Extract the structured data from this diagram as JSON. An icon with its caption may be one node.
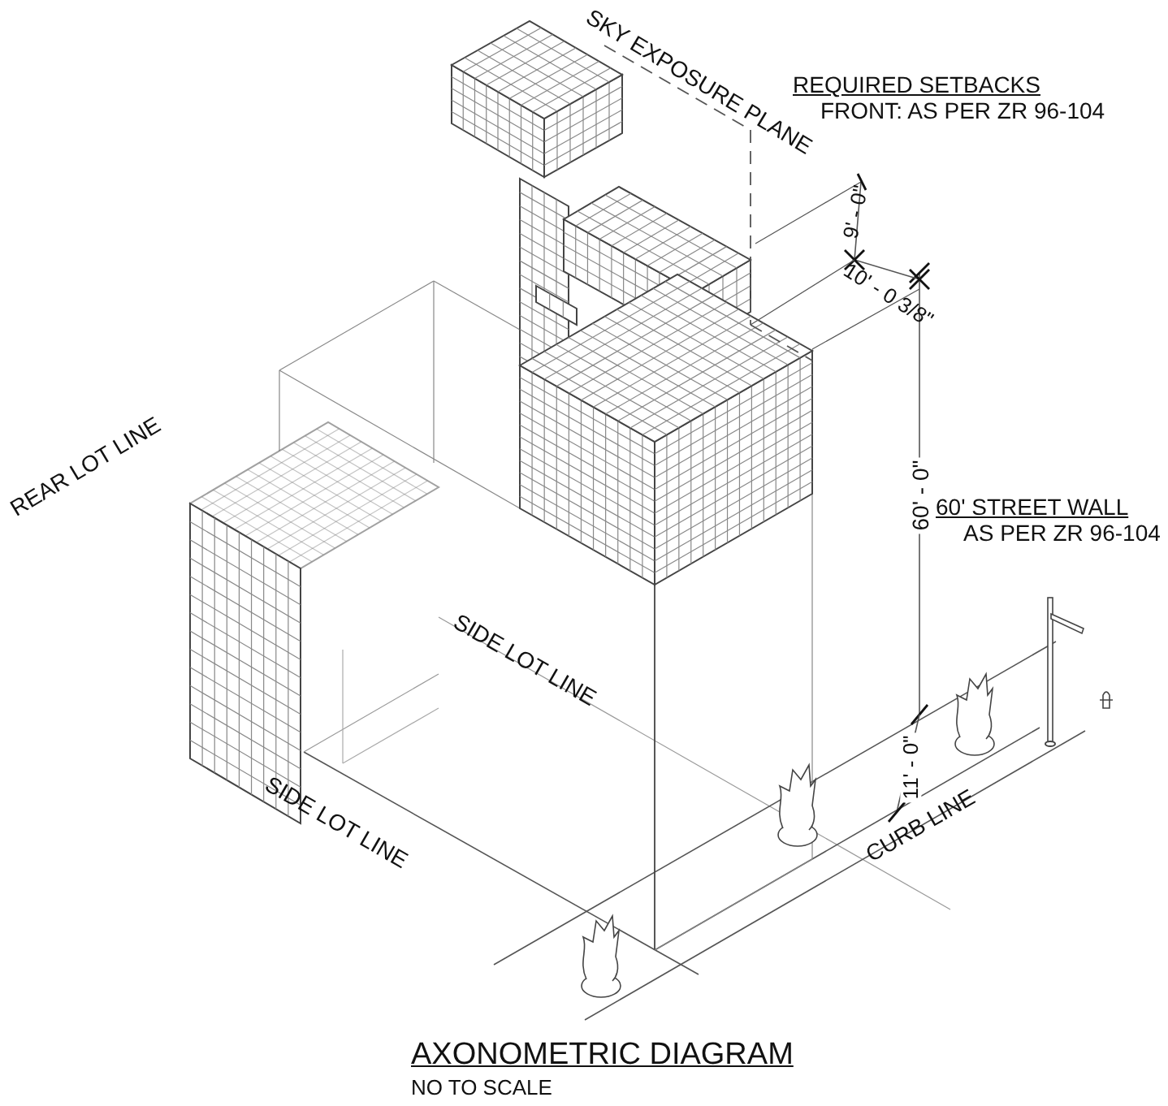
{
  "diagram": {
    "title": "AXONOMETRIC DIAGRAM",
    "caption": "NO TO SCALE",
    "labels": [
      "SKY EXPOSURE PLANE",
      "REQUIRED SETBACKS",
      "FRONT: AS PER ZR 96-104",
      "9' - 0\"",
      "10' - 0 3/8\"",
      "REAR LOT LINE",
      "60' - 0\"",
      "60' STREET WALL",
      "AS PER ZR 96-104",
      "SIDE LOT LINE",
      "11' - 0\"",
      "SIDE LOT LINE",
      "CURB LINE"
    ]
  }
}
